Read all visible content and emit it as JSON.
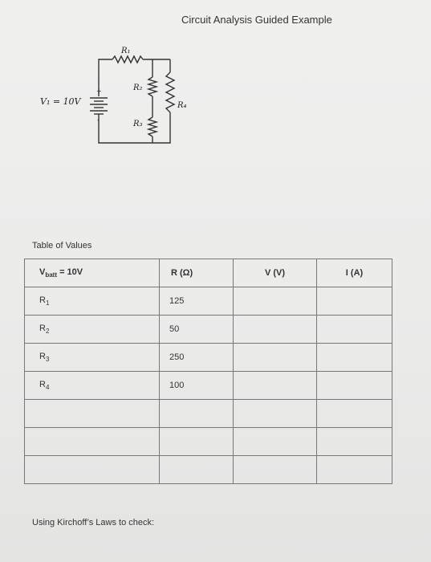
{
  "page": {
    "title": "Circuit Analysis Guided Example"
  },
  "circuit": {
    "source_label": "V₁ = 10V",
    "plus": "+",
    "minus": "-",
    "r1": "R₁",
    "r2": "R₂",
    "r3": "R₃",
    "r4": "R₄"
  },
  "table": {
    "section_label": "Table of Values",
    "corner_main": "V",
    "corner_sub": "batt",
    "corner_value": " = 10V",
    "headers": [
      "R (Ω)",
      "V (V)",
      "I (A)"
    ],
    "rows": [
      {
        "label": "R",
        "sub": "1",
        "r": "125",
        "v": "",
        "i": ""
      },
      {
        "label": "R",
        "sub": "2",
        "r": "50",
        "v": "",
        "i": ""
      },
      {
        "label": "R",
        "sub": "3",
        "r": "250",
        "v": "",
        "i": ""
      },
      {
        "label": "R",
        "sub": "4",
        "r": "100",
        "v": "",
        "i": ""
      },
      {
        "label": "",
        "sub": "",
        "r": "",
        "v": "",
        "i": ""
      },
      {
        "label": "",
        "sub": "",
        "r": "",
        "v": "",
        "i": ""
      },
      {
        "label": "",
        "sub": "",
        "r": "",
        "v": "",
        "i": ""
      }
    ]
  },
  "footer": {
    "label": "Using Kirchoff’s Laws to check:"
  }
}
